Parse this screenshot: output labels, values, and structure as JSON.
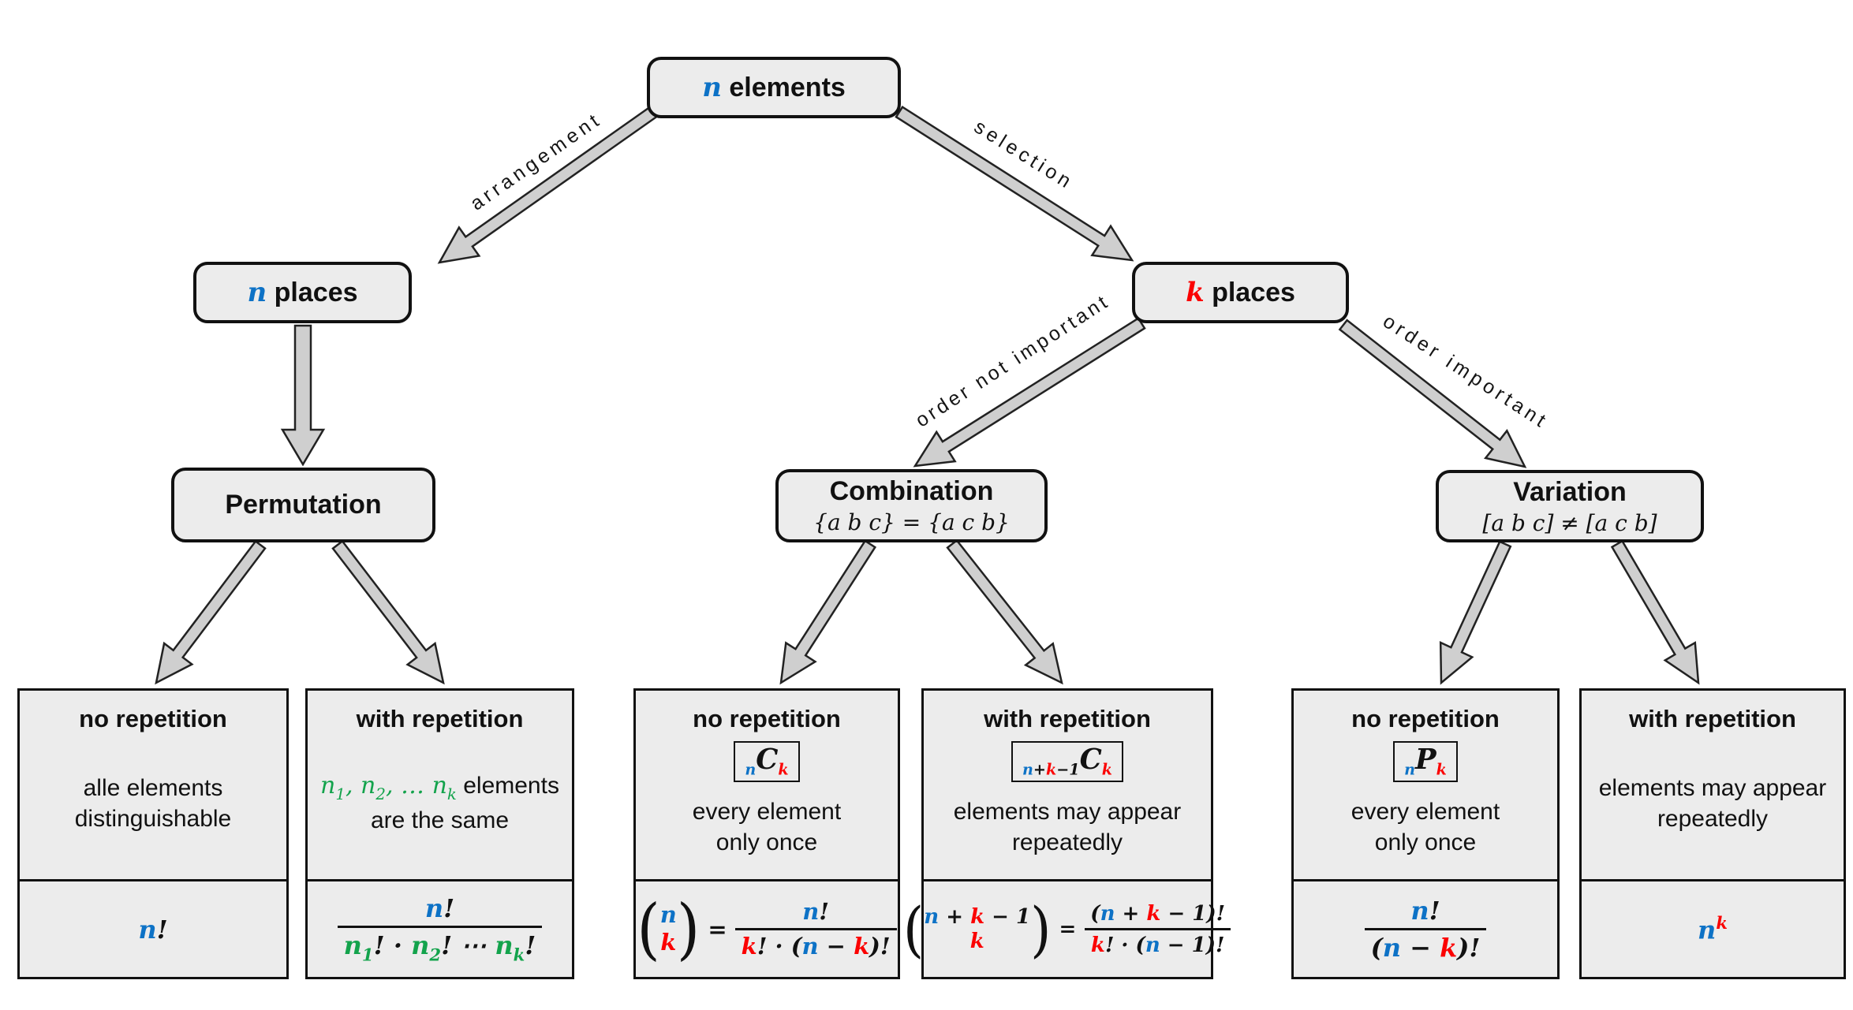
{
  "colors": {
    "blue": "#0d72c6",
    "red": "#fb0000",
    "green": "#13a34c",
    "ink": "#111111",
    "box_fill": "#ececec",
    "box_border": "#111111",
    "arrow_fill": "#cfcfcf",
    "arrow_stroke": "#222222"
  },
  "nodes": {
    "root": {
      "var": "n",
      "rest": "elements"
    },
    "n_places": {
      "var": "n",
      "rest": "places"
    },
    "k_places": {
      "var": "k",
      "rest": "places"
    },
    "permutation": {
      "title": "Permutation"
    },
    "combination": {
      "title": "Combination",
      "example": "{a b c} = {a c b}"
    },
    "variation": {
      "title": "Variation",
      "example": "[a b c] ≠ [a c b]"
    }
  },
  "edges": {
    "arrangement": "arrangement",
    "selection": "selection",
    "order_not_important": "order not important",
    "order_important": "order important"
  },
  "cards": [
    {
      "header": "no repetition",
      "desc1": [
        [
          "alle elements",
          "k",
          "plain"
        ]
      ],
      "desc2": [
        [
          "distinguishable",
          "k",
          "plain"
        ]
      ],
      "formula": {
        "type": "plain",
        "segs": [
          [
            "n",
            "b"
          ],
          [
            "!",
            "k"
          ]
        ]
      }
    },
    {
      "header": "with repetition",
      "desc1": [
        [
          "n",
          "g"
        ],
        [
          "1",
          "g",
          "sub"
        ],
        [
          ", ",
          "g"
        ],
        [
          "n",
          "g"
        ],
        [
          "2",
          "g",
          "sub"
        ],
        [
          ", … ",
          "g"
        ],
        [
          "n",
          "g"
        ],
        [
          "k",
          "g",
          "sub"
        ],
        [
          " elements",
          "k",
          "plain"
        ]
      ],
      "desc2": [
        [
          "are the same",
          "k",
          "plain"
        ]
      ],
      "formula": {
        "type": "frac",
        "num": [
          [
            "n",
            "b"
          ],
          [
            "!",
            "k"
          ]
        ],
        "den": [
          [
            "n",
            "g"
          ],
          [
            "1",
            "g",
            "sub"
          ],
          [
            "!",
            "k"
          ],
          [
            " · ",
            "k"
          ],
          [
            "n",
            "g"
          ],
          [
            "2",
            "g",
            "sub"
          ],
          [
            "!",
            "k"
          ],
          [
            " ⋯ ",
            "k"
          ],
          [
            "n",
            "g"
          ],
          [
            "k",
            "g",
            "sub"
          ],
          [
            "!",
            "k"
          ]
        ]
      }
    },
    {
      "header": "no repetition",
      "notation": [
        [
          "n",
          "b",
          "sub"
        ],
        [
          "C",
          "k",
          "big"
        ],
        [
          "k",
          "r",
          "sub"
        ]
      ],
      "desc1": [
        [
          "every element",
          "k",
          "plain"
        ]
      ],
      "desc2": [
        [
          "only once",
          "k",
          "plain"
        ]
      ],
      "formula": {
        "type": "binom",
        "upper": [
          [
            "n",
            "b"
          ]
        ],
        "lower": [
          [
            "k",
            "r"
          ]
        ],
        "num": [
          [
            "n",
            "b"
          ],
          [
            "!",
            "k"
          ]
        ],
        "den": [
          [
            "k",
            "r"
          ],
          [
            "!",
            "k"
          ],
          [
            " · (",
            "k"
          ],
          [
            "n",
            "b"
          ],
          [
            " − ",
            "k"
          ],
          [
            "k",
            "r"
          ],
          [
            ")!",
            "k"
          ]
        ]
      }
    },
    {
      "header": "with repetition",
      "notation": [
        [
          "n",
          "b",
          "sub"
        ],
        [
          "+",
          "k",
          "sub"
        ],
        [
          "k",
          "r",
          "sub"
        ],
        [
          "−1",
          "k",
          "sub"
        ],
        [
          "C",
          "k",
          "big"
        ],
        [
          "k",
          "r",
          "sub"
        ]
      ],
      "desc1": [
        [
          "elements may appear",
          "k",
          "plain"
        ]
      ],
      "desc2": [
        [
          "repeatedly",
          "k",
          "plain"
        ]
      ],
      "formula": {
        "type": "binom",
        "upper": [
          [
            "n",
            "b"
          ],
          [
            " + ",
            "k"
          ],
          [
            "k",
            "r"
          ],
          [
            " − 1",
            "k"
          ]
        ],
        "lower": [
          [
            "k",
            "r"
          ]
        ],
        "num": [
          [
            "(",
            "k"
          ],
          [
            "n",
            "b"
          ],
          [
            " + ",
            "k"
          ],
          [
            "k",
            "r"
          ],
          [
            " − 1)!",
            "k"
          ]
        ],
        "den": [
          [
            "k",
            "r"
          ],
          [
            "! · (",
            "k"
          ],
          [
            "n",
            "b"
          ],
          [
            " − 1)!",
            "k"
          ]
        ]
      }
    },
    {
      "header": "no repetition",
      "notation": [
        [
          "n",
          "b",
          "sub"
        ],
        [
          "P",
          "k",
          "big"
        ],
        [
          "k",
          "r",
          "sub"
        ]
      ],
      "desc1": [
        [
          "every element",
          "k",
          "plain"
        ]
      ],
      "desc2": [
        [
          "only once",
          "k",
          "plain"
        ]
      ],
      "formula": {
        "type": "frac",
        "num": [
          [
            "n",
            "b"
          ],
          [
            "!",
            "k"
          ]
        ],
        "den": [
          [
            "(",
            "k"
          ],
          [
            "n",
            "b"
          ],
          [
            " − ",
            "k"
          ],
          [
            "k",
            "r"
          ],
          [
            ")!",
            "k"
          ]
        ]
      }
    },
    {
      "header": "with repetition",
      "desc1": [
        [
          "elements may appear",
          "k",
          "plain"
        ]
      ],
      "desc2": [
        [
          "repeatedly",
          "k",
          "plain"
        ]
      ],
      "formula": {
        "type": "plain",
        "segs": [
          [
            "n",
            "b"
          ],
          [
            "k",
            "r",
            "sup"
          ]
        ]
      }
    }
  ]
}
